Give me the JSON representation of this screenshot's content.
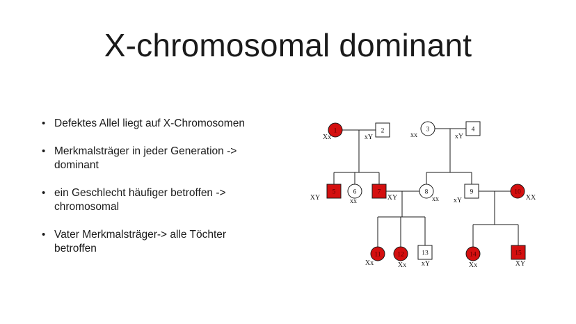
{
  "slide": {
    "title": "X-chromosomal dominant",
    "bullets": [
      "Defektes Allel liegt auf X-Chromosomen",
      "Merkmalsträger in jeder Generation -> dominant",
      "ein Geschlecht häufiger betroffen -> chromosomal",
      "Vater Merkmalsträger-> alle Töchter betroffen"
    ]
  },
  "pedigree": {
    "colors": {
      "affected": "#d40f0f",
      "unaffected": "#ffffff",
      "line": "#1a1a1a"
    },
    "individuals": [
      {
        "id": "1",
        "sex": "female",
        "affected": true,
        "genotype": "Xx"
      },
      {
        "id": "2",
        "sex": "male",
        "affected": false,
        "genotype": "xY"
      },
      {
        "id": "3",
        "sex": "female",
        "affected": false,
        "genotype": "xx"
      },
      {
        "id": "4",
        "sex": "male",
        "affected": false,
        "genotype": "xY"
      },
      {
        "id": "5",
        "sex": "male",
        "affected": true,
        "genotype": "XY"
      },
      {
        "id": "6",
        "sex": "female",
        "affected": false,
        "genotype": "xx"
      },
      {
        "id": "7",
        "sex": "male",
        "affected": true,
        "genotype": "XY"
      },
      {
        "id": "8",
        "sex": "female",
        "affected": false,
        "genotype": "xx"
      },
      {
        "id": "9",
        "sex": "male",
        "affected": false,
        "genotype": "xY"
      },
      {
        "id": "10",
        "sex": "female",
        "affected": true,
        "genotype": "XX"
      },
      {
        "id": "11",
        "sex": "female",
        "affected": true,
        "genotype": "Xx"
      },
      {
        "id": "12",
        "sex": "female",
        "affected": true,
        "genotype": "Xx"
      },
      {
        "id": "13",
        "sex": "male",
        "affected": false,
        "genotype": "xY"
      },
      {
        "id": "14",
        "sex": "female",
        "affected": true,
        "genotype": "Xx"
      },
      {
        "id": "15",
        "sex": "male",
        "affected": true,
        "genotype": "XY"
      }
    ]
  }
}
